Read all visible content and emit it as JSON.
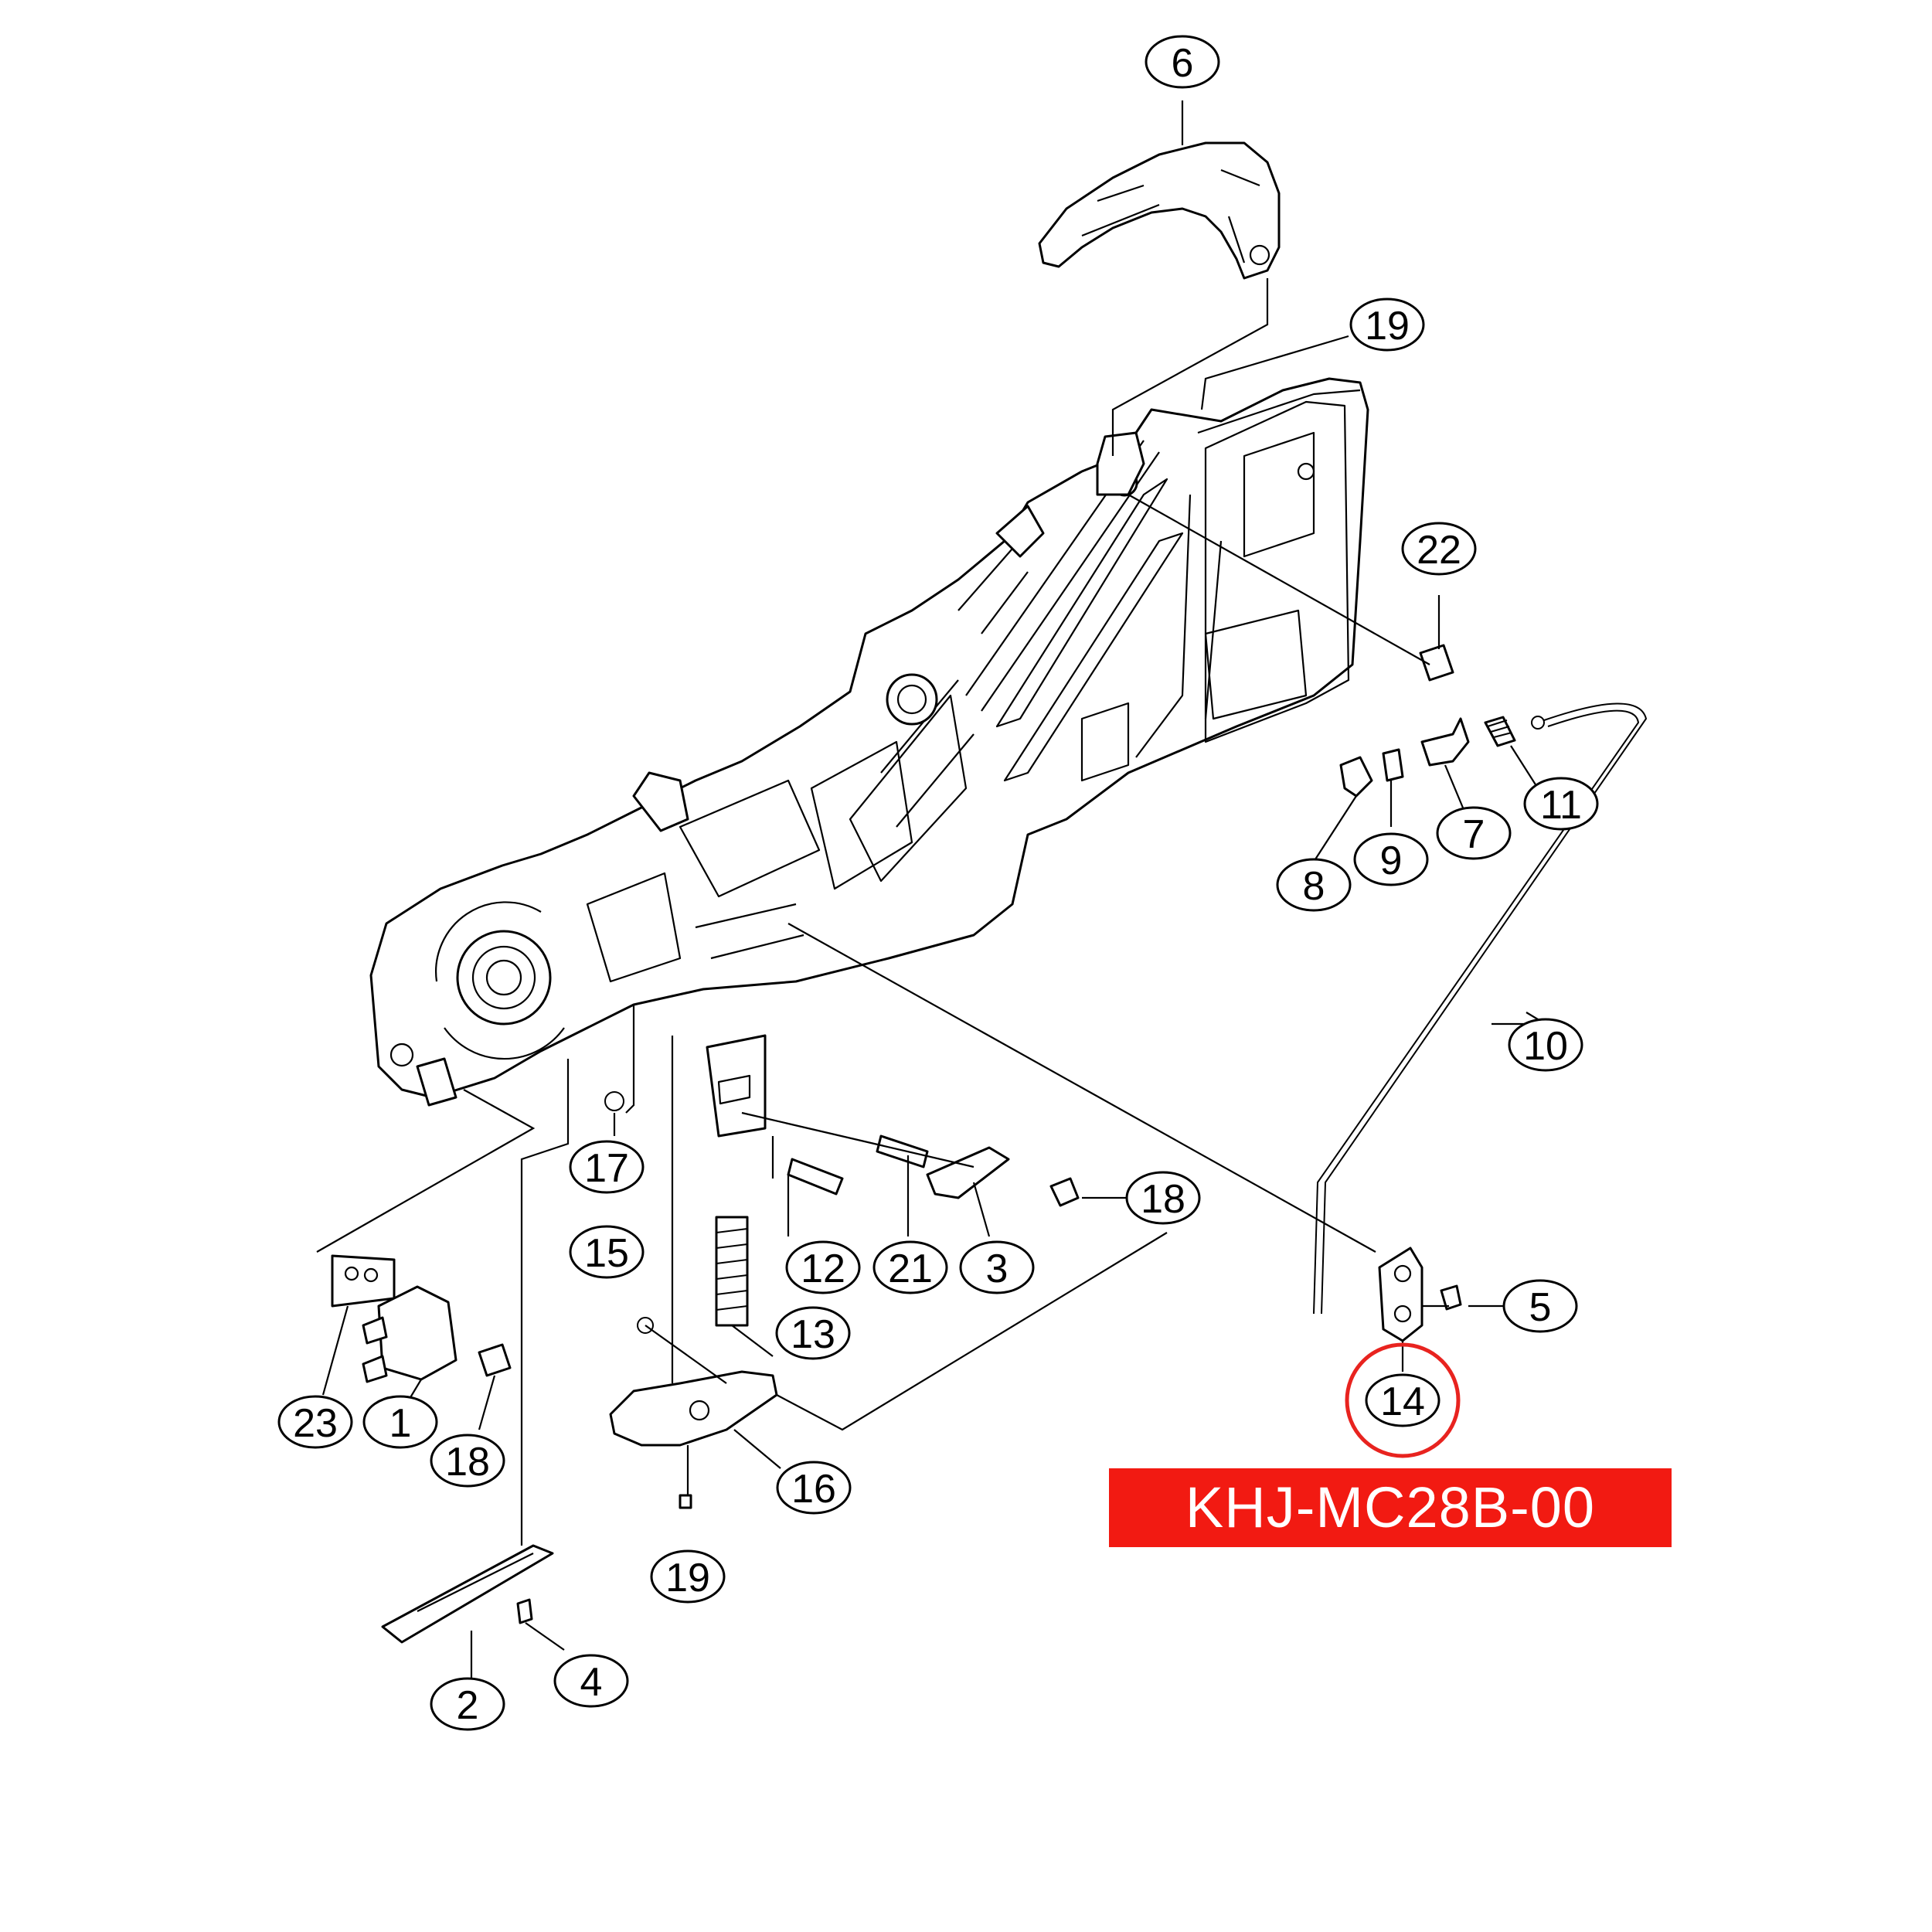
{
  "diagram": {
    "part_code": "KHJ-MC28B-00",
    "highlight_color": "#e8231f",
    "banner_color": "#f21a12",
    "highlighted_callout": "14",
    "callouts": [
      "1",
      "2",
      "3",
      "4",
      "5",
      "6",
      "7",
      "8",
      "9",
      "10",
      "11",
      "12",
      "13",
      "14",
      "15",
      "16",
      "17",
      "18",
      "18",
      "19",
      "19",
      "21",
      "22",
      "23"
    ]
  }
}
